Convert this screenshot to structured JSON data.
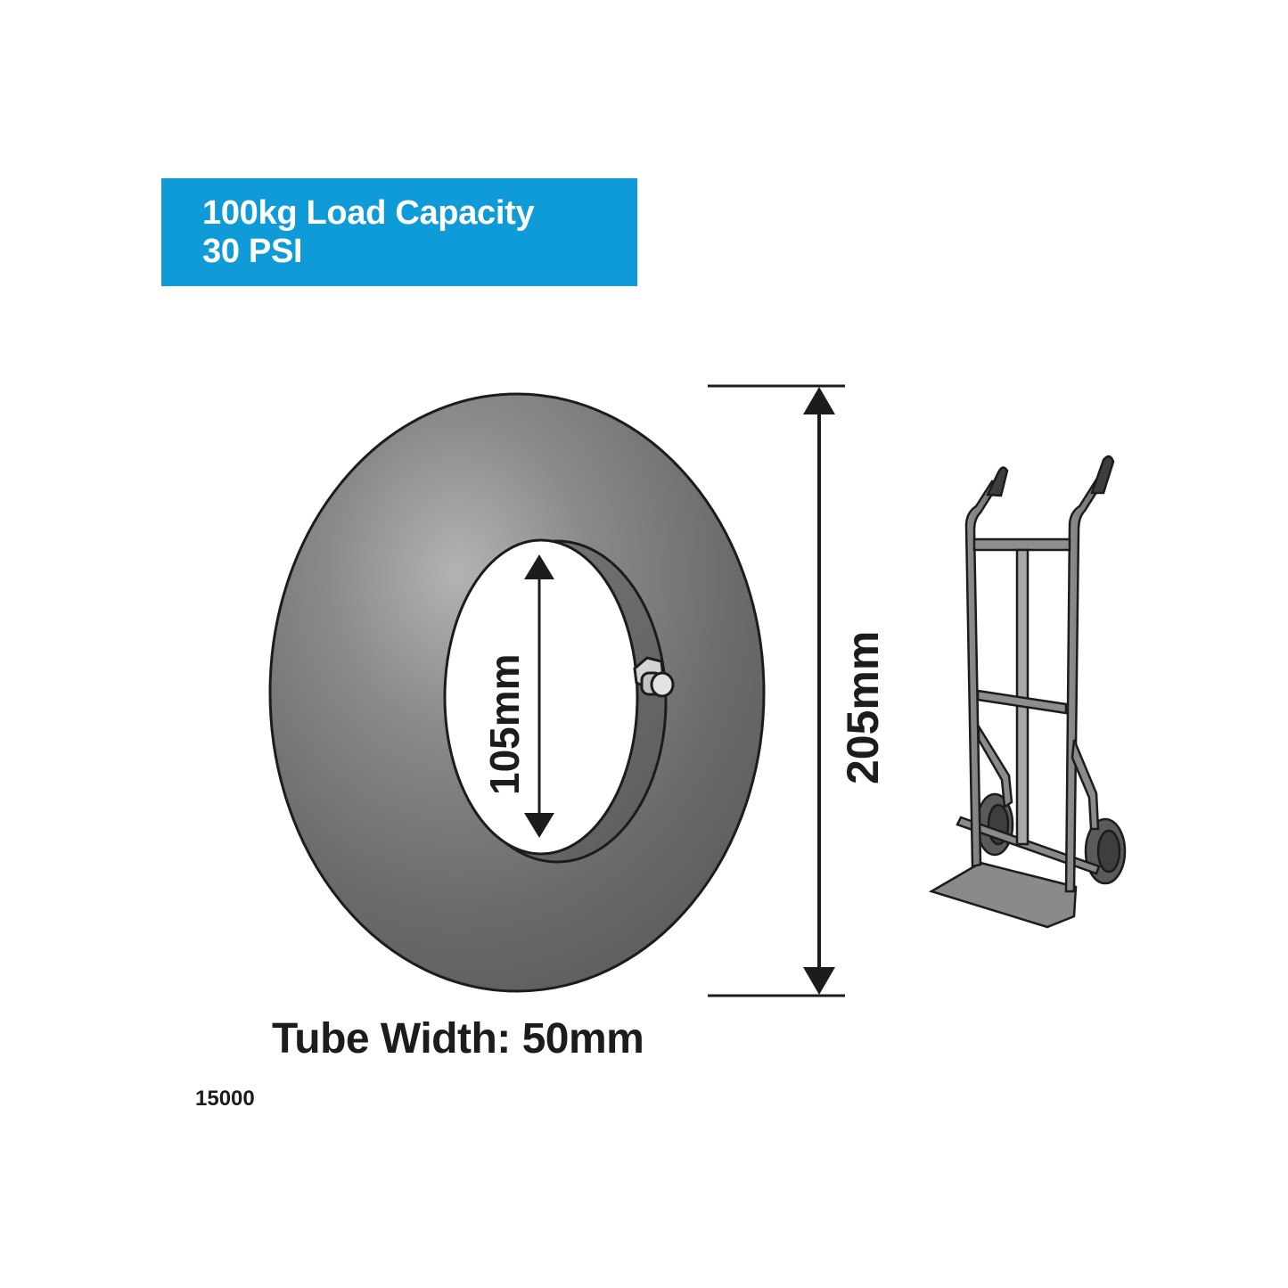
{
  "banner": {
    "line1": "100kg Load Capacity",
    "line2": "30 PSI",
    "background_color": "#0f9bd7",
    "text_color": "#ffffff"
  },
  "diagram": {
    "inner_diameter_label": "105mm",
    "outer_diameter_label": "205mm",
    "tube_color": "#6f6f71",
    "outline_color": "#1c1c1c"
  },
  "caption": {
    "tube_width": "Tube Width: 50mm"
  },
  "product_code": "15000"
}
